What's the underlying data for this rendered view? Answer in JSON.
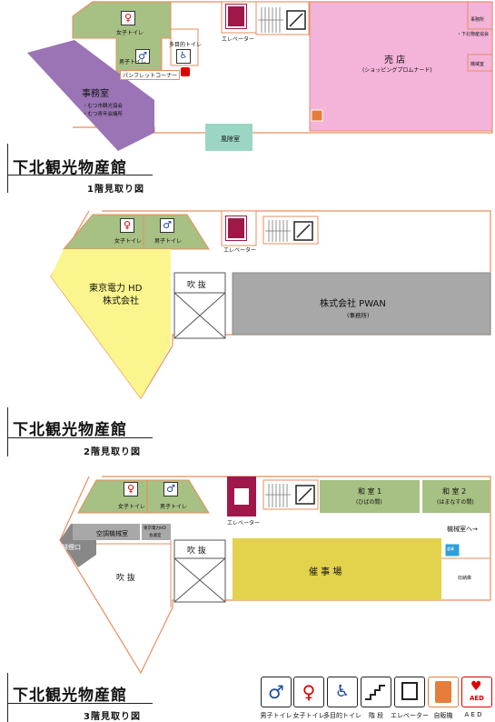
{
  "floors": [
    {
      "title": "下北観光物産館",
      "subtitle": "1階見取り図",
      "rooms": {
        "womens_toilet": "女子トイレ",
        "multipurpose_toilet": "多目的トイレ",
        "mens_toilet": "男子トイレ",
        "elevator": "エレベーター",
        "pamphlet": "パンフレットコーナー",
        "office": "事務室",
        "office_sub1": "・むつ市観光協会",
        "office_sub2": "・むつ青年会議所",
        "windbreak": "風除室",
        "shop": "売 店",
        "shop_sub": "(ショッピングプロムナード)",
        "office_small": "事務所",
        "kankou_bussan": "・下北物産協会",
        "machine_room": "機械室"
      }
    },
    {
      "title": "下北観光物産館",
      "subtitle": "2階見取り図",
      "rooms": {
        "womens_toilet": "女子トイレ",
        "mens_toilet": "男子トイレ",
        "elevator": "エレベーター",
        "tepco_line1": "東京電力 HD",
        "tepco_line2": "株式会社",
        "atrium": "吹 抜",
        "pwan": "株式会社 PWAN",
        "pwan_sub": "(事務所)"
      }
    },
    {
      "title": "下北観光物産館",
      "subtitle": "3階見取り図",
      "rooms": {
        "womens_toilet": "女子トイレ",
        "mens_toilet": "男子トイレ",
        "elevator": "エレベーター",
        "washitsu1": "和 室 1",
        "washitsu1_sub": "(ひばの間)",
        "washitsu2": "和 室 2",
        "washitsu2_sub": "(はまなすの間)",
        "machine_room_arrow": "機械室へ→",
        "exhaust": "排煙口",
        "aircon": "空調機械室",
        "tepco_small1": "東京電力HD",
        "tepco_small2": "会議室",
        "atrium_left": "吹 抜",
        "atrium_center": "吹 抜",
        "event_hall": "催 事 場",
        "storage": "収納庫",
        "blue_box": "倉庫"
      }
    }
  ],
  "legend": [
    {
      "icon": "mens-toilet-icon",
      "label": "男子トイレ"
    },
    {
      "icon": "womens-toilet-icon",
      "label": "女子トイレ"
    },
    {
      "icon": "multipurpose-toilet-icon",
      "label": "多目的トイレ"
    },
    {
      "icon": "stairs-icon",
      "label": "階 段"
    },
    {
      "icon": "elevator-icon",
      "label": "エレベーター"
    },
    {
      "icon": "vending-machine-icon",
      "label": "自販機"
    },
    {
      "icon": "aed-icon",
      "label": "A E D"
    }
  ],
  "aed_text": "AED",
  "colors": {
    "green": "#a7c083",
    "pink": "#f4b3d9",
    "purple": "#9a74b4",
    "mint": "#9bd6c4",
    "yellow": "#fbf58d",
    "gray": "#a8a8a8",
    "olive": "#e3d24b",
    "outline": "#e88e5e",
    "elevator": "#a0184a"
  }
}
